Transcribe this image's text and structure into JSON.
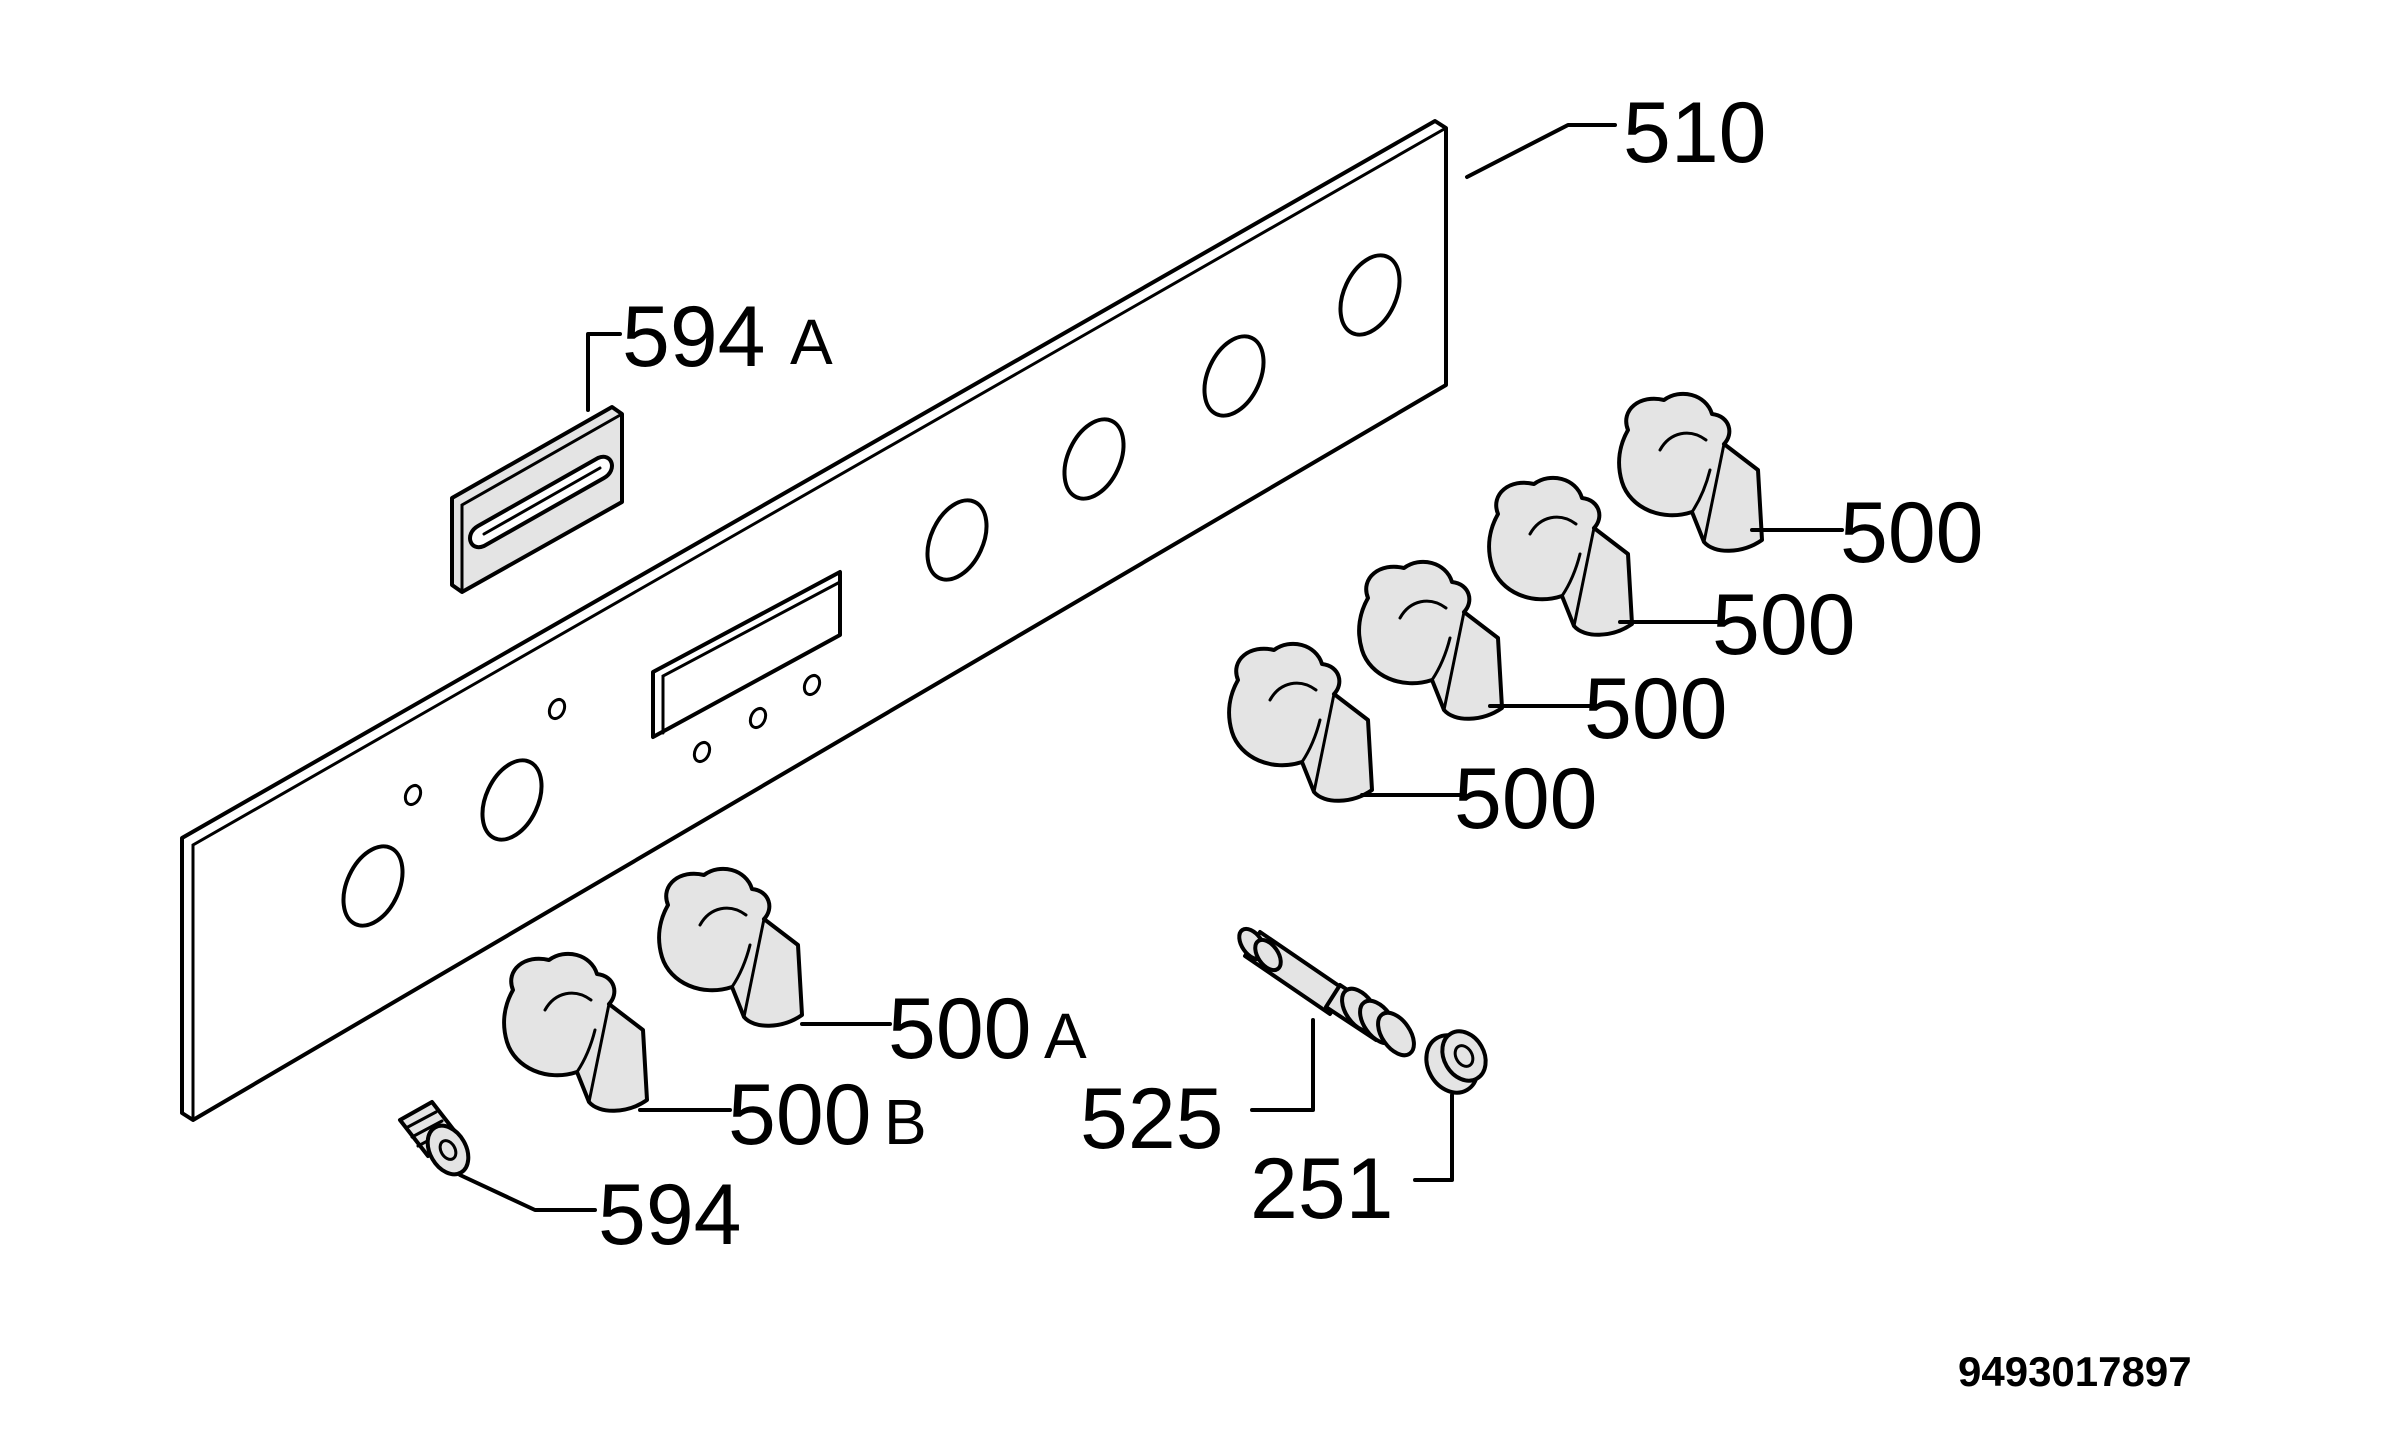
{
  "parts": {
    "panel": "510",
    "bracket": {
      "number": "594",
      "suffix": "A"
    },
    "knob_1": "500",
    "knob_2": "500",
    "knob_3": "500",
    "knob_4": "500",
    "knob_a": {
      "number": "500",
      "suffix": "A"
    },
    "knob_b": {
      "number": "500",
      "suffix": "B"
    },
    "screw": "594",
    "shaft": "525",
    "cap": "251"
  },
  "document_id": "9493017897"
}
